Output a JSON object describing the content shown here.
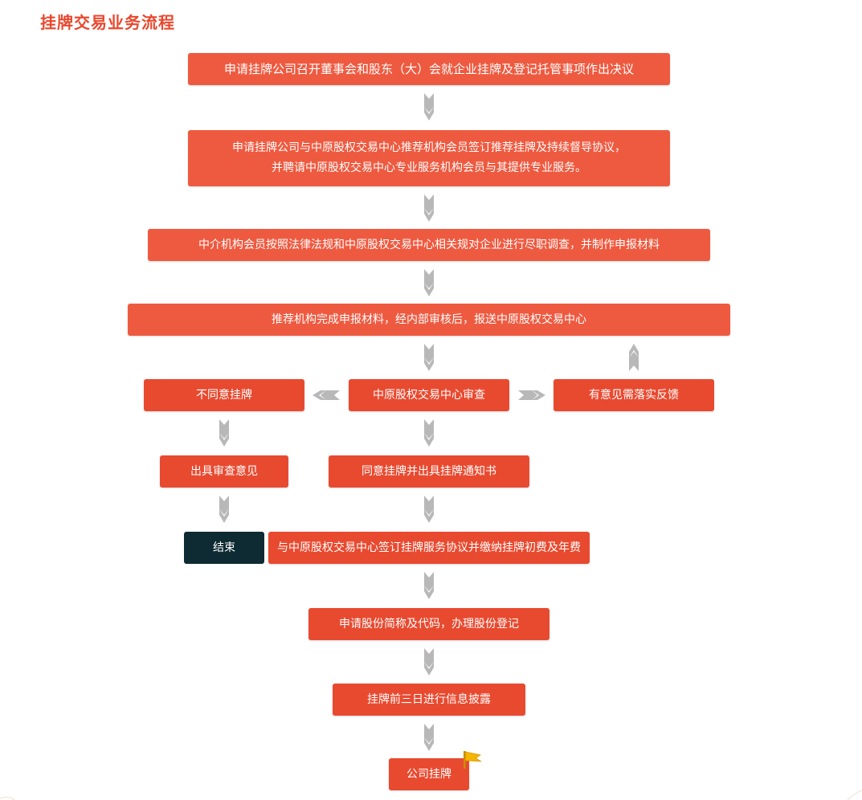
{
  "page_title": "挂牌交易业务流程",
  "colors": {
    "primary": "#ee5a40",
    "accent": "#e84a30",
    "end": "#0e2a33",
    "arrow": "#b8b8b8",
    "flag": "#f4b400"
  },
  "icons": {
    "arrow": "chevron-arrow-icon",
    "flag": "flag-icon"
  },
  "steps": {
    "s1": "申请挂牌公司召开董事会和股东（大）会就企业挂牌及登记托管事项作出决议",
    "s2a": "申请挂牌公司与中原股权交易中心推荐机构会员签订推荐挂牌及持续督导协议，",
    "s2b": "并聘请中原股权交易中心专业服务机构会员与其提供专业服务。",
    "s3": "中介机构会员按照法律法规和中原股权交易中心相关规对企业进行尽职调查，并制作申报材料",
    "s4": "推荐机构完成申报材料，经内部审核后，报送中原股权交易中心",
    "reject": "不同意挂牌",
    "review": "中原股权交易中心审查",
    "feedback": "有意见需落实反馈",
    "opinion": "出具审查意见",
    "approve": "同意挂牌并出具挂牌通知书",
    "end": "结束",
    "sign": "与中原股权交易中心签订挂牌服务协议并缴纳挂牌初费及年费",
    "code": "申请股份简称及代码，办理股份登记",
    "disclose": "挂牌前三日进行信息披露",
    "listed": "公司挂牌"
  }
}
